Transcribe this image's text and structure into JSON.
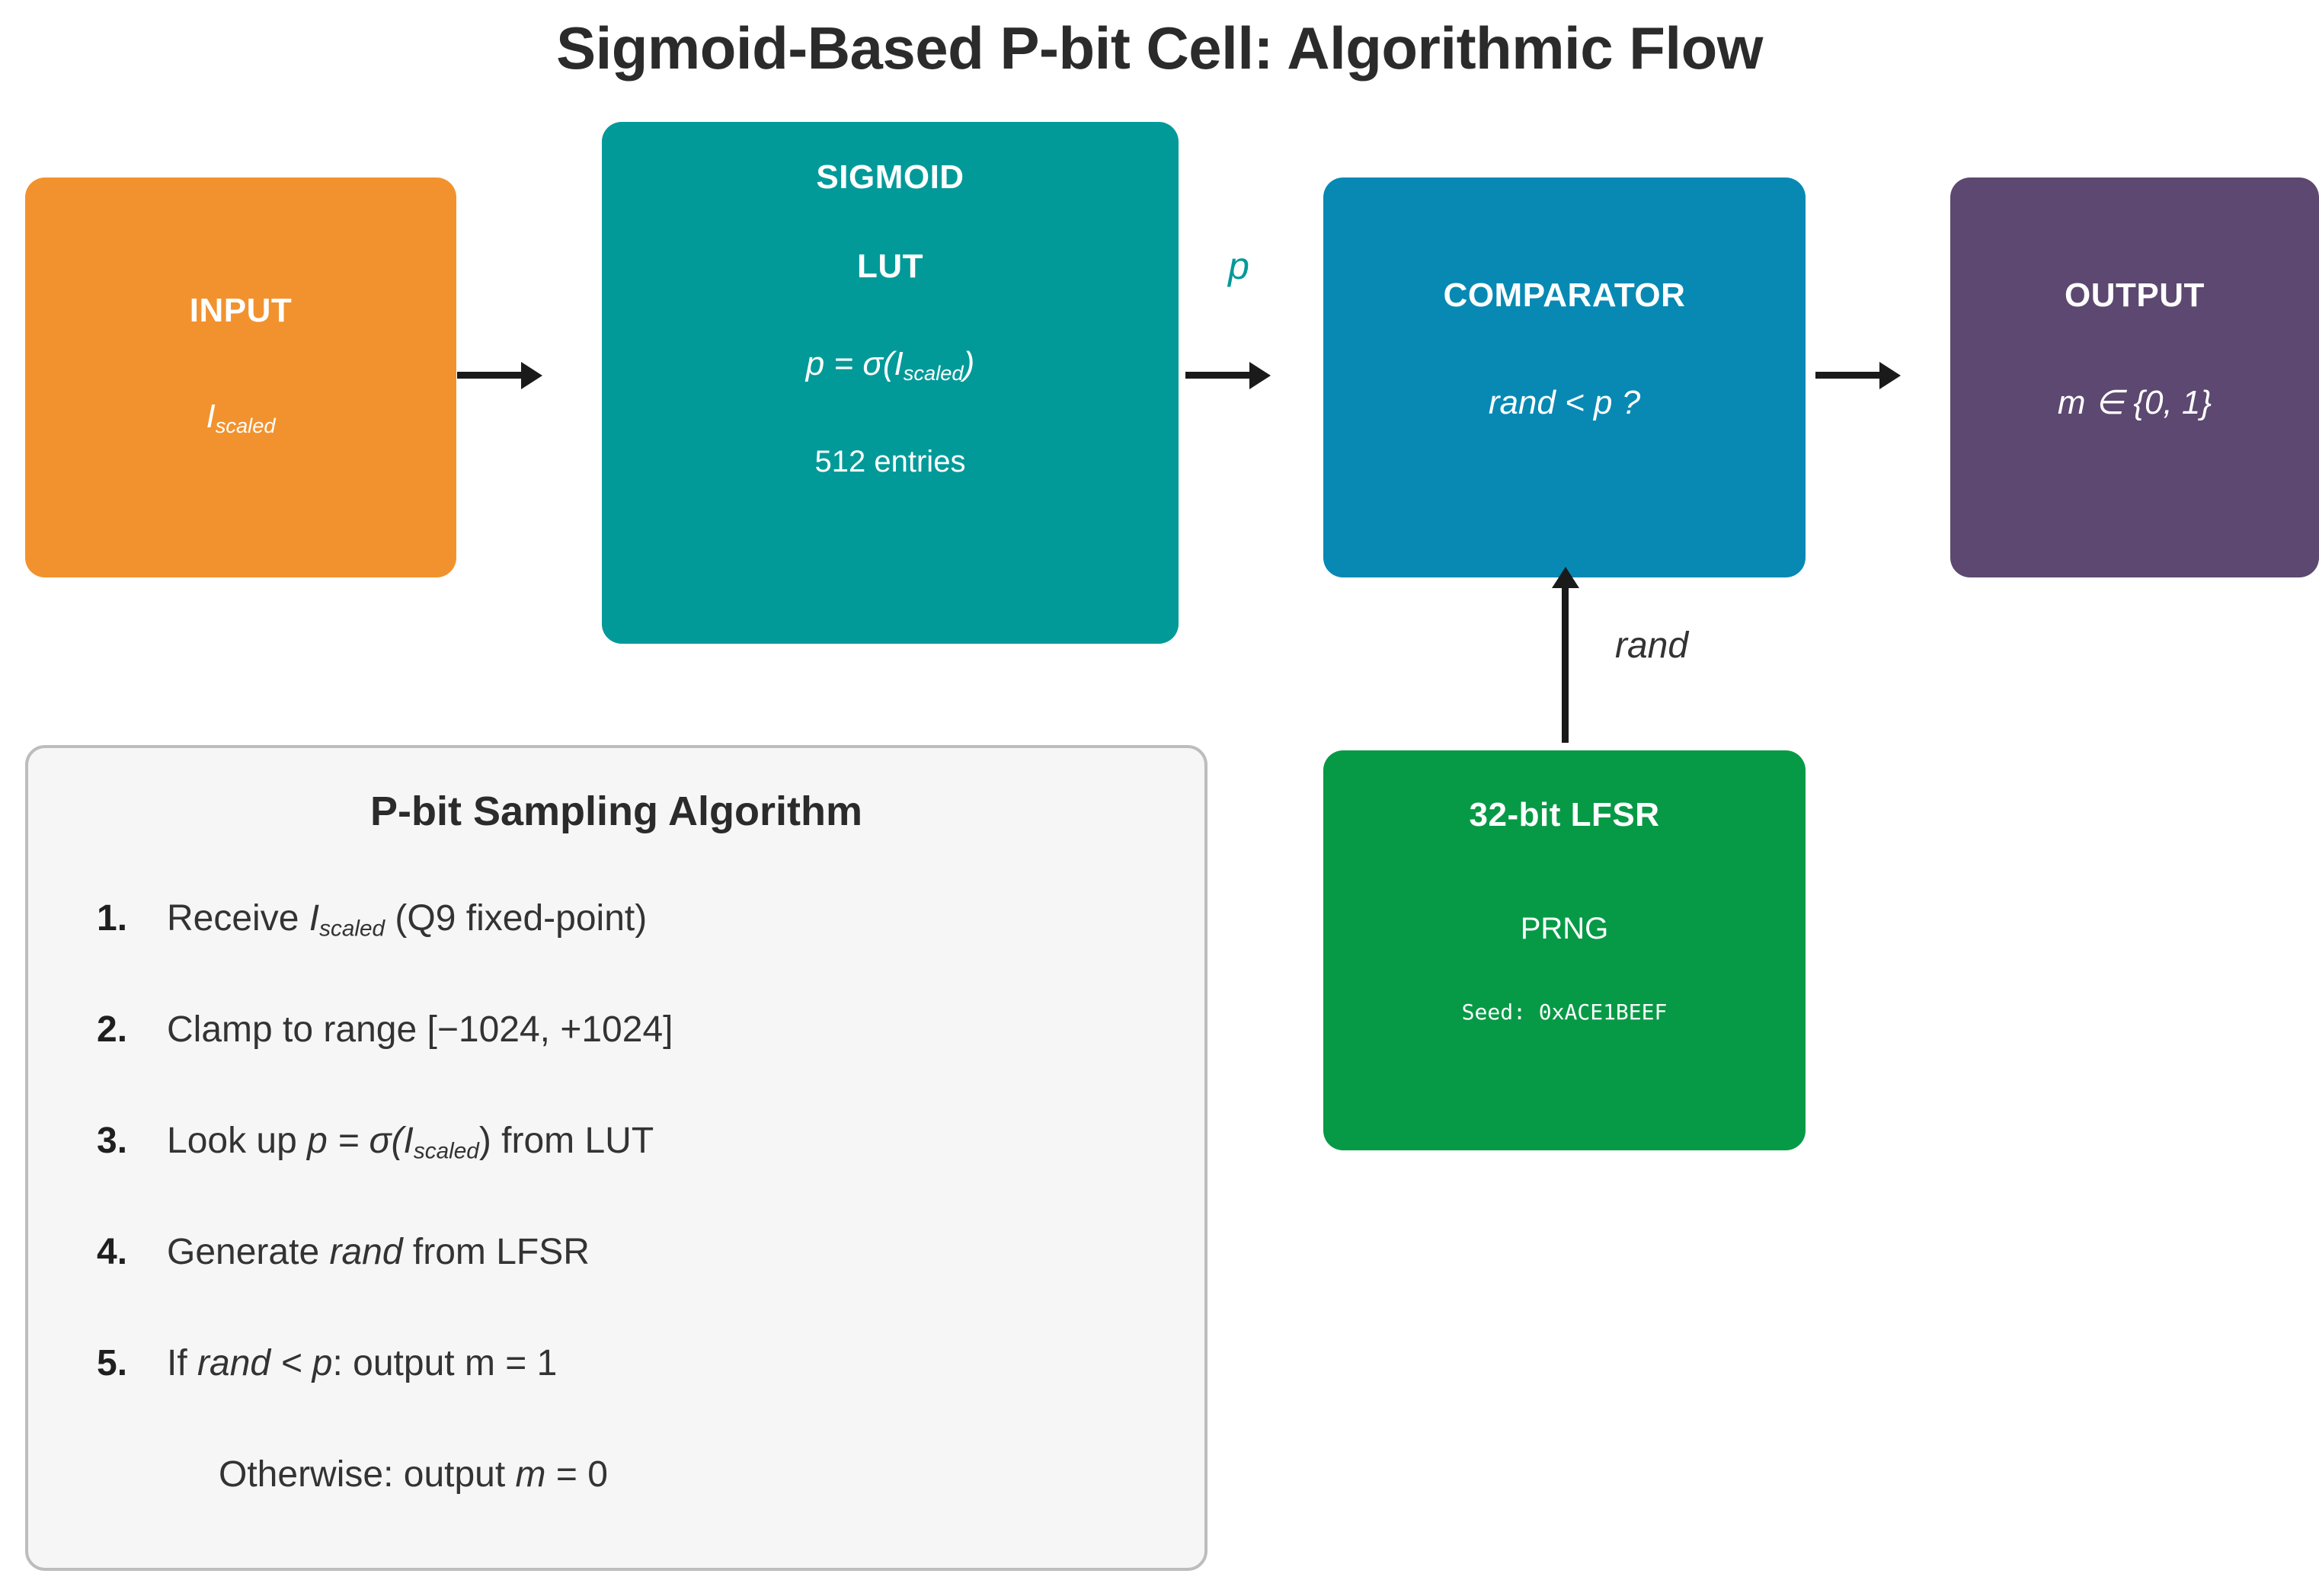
{
  "title": "Sigmoid-Based P-bit Cell: Algorithmic Flow",
  "colors": {
    "input": "#F2922E",
    "sigmoid": "#029A99",
    "comparator": "#0789B4",
    "output": "#5C4870",
    "lfsr": "#079A46",
    "arrow": "#1a1a1a",
    "panel_bg": "#F6F6F6",
    "panel_border": "#BDBDBD",
    "text_dark": "#2b2b2b"
  },
  "nodes": {
    "input": {
      "head": "INPUT",
      "sub": "I",
      "sub_sub": "scaled"
    },
    "sigmoid": {
      "head1": "SIGMOID",
      "head2": "LUT",
      "formula_lhs": "p = σ(I",
      "formula_sub": "scaled",
      "formula_rhs": ")",
      "meta": "512 entries"
    },
    "comparator": {
      "head": "COMPARATOR",
      "sub": "rand < p ?"
    },
    "output": {
      "head": "OUTPUT",
      "sub": "m ∈ {0, 1}"
    },
    "lfsr": {
      "head": "32-bit LFSR",
      "sub": "PRNG",
      "seed": "Seed: 0xACE1BEEF"
    }
  },
  "edge_labels": {
    "p": "p",
    "rand": "rand"
  },
  "algorithm": {
    "title": "P-bit Sampling Algorithm",
    "steps": [
      {
        "num": "1.",
        "pre": "Receive ",
        "italic": "I",
        "isub": "scaled",
        "post": " (Q9 fixed-point)"
      },
      {
        "num": "2.",
        "pre": "Clamp to range [−1024, +1024]",
        "italic": "",
        "isub": "",
        "post": ""
      },
      {
        "num": "3.",
        "pre": "Look up ",
        "italic": "p = σ(I",
        "isub": "scaled",
        "post": ") from LUT"
      },
      {
        "num": "4.",
        "pre": "Generate ",
        "italic": "rand",
        "isub": "",
        "post": " from LFSR"
      },
      {
        "num": "5.",
        "pre": "If ",
        "italic": "rand < p",
        "isub": "",
        "post": ": output m = 1"
      },
      {
        "num": "",
        "pre": "Otherwise: output ",
        "italic": "m",
        "isub": "",
        "post": " = 0",
        "continuation": true
      }
    ]
  }
}
